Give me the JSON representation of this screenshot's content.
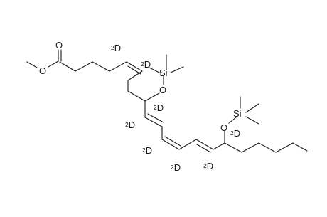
{
  "molecule": {
    "atom_labels": {
      "ester_carbonyl_o": "O",
      "ester_ether_o": "O",
      "tms1_o": "O",
      "tms1_si": "Si",
      "tms2_o": "O",
      "tms2_si": "Si"
    },
    "deuterium_labels": [
      {
        "id": "d-c5",
        "mass": "2",
        "symbol": "D"
      },
      {
        "id": "d-c6",
        "mass": "2",
        "symbol": "D"
      },
      {
        "id": "d-c8",
        "mass": "2",
        "symbol": "D"
      },
      {
        "id": "d-c9",
        "mass": "2",
        "symbol": "D"
      },
      {
        "id": "d-c11",
        "mass": "2",
        "symbol": "D"
      },
      {
        "id": "d-c12",
        "mass": "2",
        "symbol": "D"
      },
      {
        "id": "d-c14",
        "mass": "2",
        "symbol": "D"
      },
      {
        "id": "d-c15",
        "mass": "2",
        "symbol": "D"
      }
    ]
  }
}
